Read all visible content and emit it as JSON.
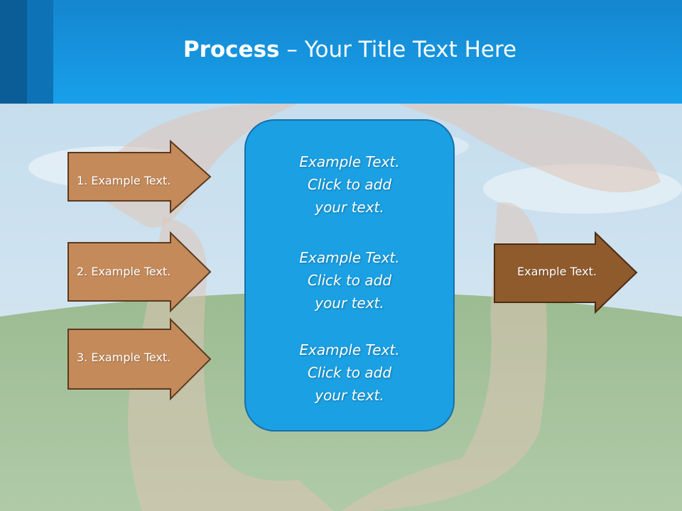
{
  "header": {
    "title_bold": "Process",
    "title_rest": " – Your Title Text Here"
  },
  "inputs": [
    {
      "label": "1. Example Text.",
      "color": "#c48a5a"
    },
    {
      "label": "2. Example Text.",
      "color": "#c48a5a"
    },
    {
      "label": "3. Example Text.",
      "color": "#c48a5a"
    }
  ],
  "center_box": {
    "color": "#1aa0e3",
    "blocks": [
      {
        "line1": "Example Text.",
        "line2": "Click  to add",
        "line3": "your text."
      },
      {
        "line1": "Example Text.",
        "line2": "Click  to add",
        "line3": "your text."
      },
      {
        "line1": "Example Text.",
        "line2": "Click  to add",
        "line3": "your text."
      }
    ]
  },
  "output": {
    "label": "Example Text.",
    "color": "#8f5a2c"
  },
  "colors": {
    "header": "#1a9ce6",
    "arrow_border": "#5b3a1f",
    "sky": "#a9cde6",
    "grass": "#6f9c62"
  }
}
